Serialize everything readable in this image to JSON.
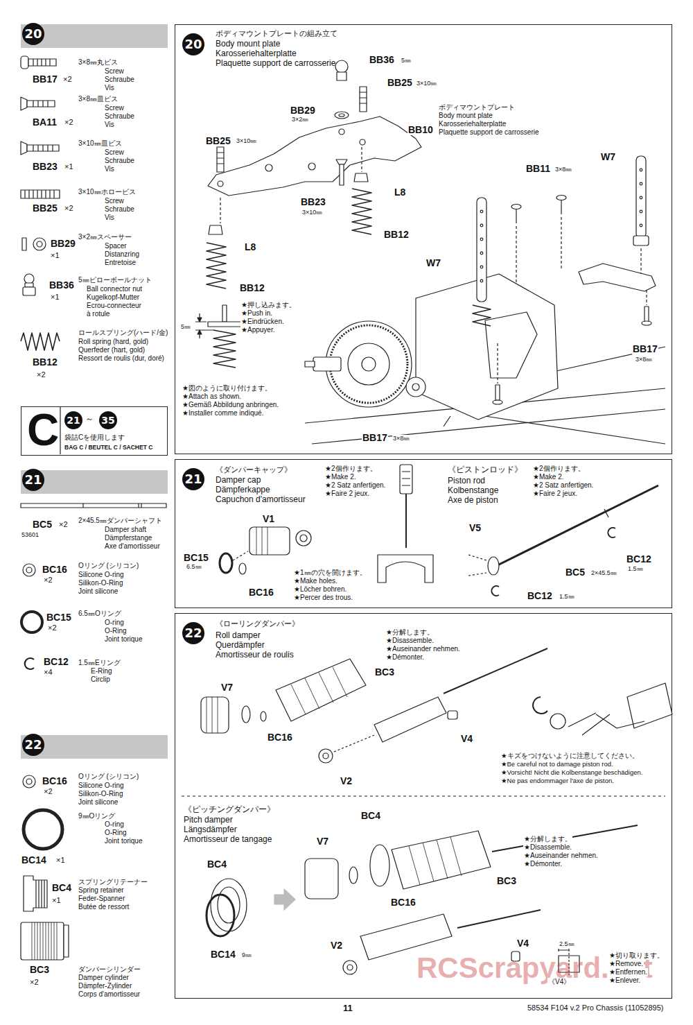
{
  "diagram": {
    "nodes": [
      {
        "text": [
          "20"
        ]
      },
      {
        "text": [
          "20",
          "ボディマウントプレートの組み立て",
          "Body mount plate",
          "Karosseriehalterplatte",
          "Plaquette support de carrosserie"
        ]
      },
      {
        "text": [
          "C",
          "21",
          "～",
          "35",
          "袋詰Cを使用します",
          "BAG C / BEUTEL C / SACHET C"
        ]
      },
      {
        "text": [
          "21"
        ]
      },
      {
        "text": [
          "21",
          "《ダンパーキャップ》",
          "Damper cap",
          "Dämpferkappe",
          "Capuchon d'amortisseur"
        ]
      },
      {
        "text": [
          "22"
        ]
      },
      {
        "text": [
          "22",
          "《ローリングダンパー》",
          "Roll damper",
          "Querdämpfer",
          "Amortisseur de roulis"
        ]
      }
    ],
    "labels": [
      "3×8㎜丸ビス",
      "Screw",
      "Schraube",
      "Vis",
      "BB17",
      "×2",
      "3×8㎜皿ビス",
      "Screw",
      "Schraube",
      "Vis",
      "BA11",
      "×2",
      "3×10㎜皿ビス",
      "Screw",
      "Schraube",
      "Vis",
      "BB23",
      "×1",
      "3×10㎜ホロービス",
      "Screw",
      "Schraube",
      "Vis",
      "BB25",
      "×2",
      "3×2㎜スペーサー",
      "Spacer",
      "Distanzring",
      "Entretoise",
      "BB29",
      "×1",
      "5㎜ピローボールナット",
      "Ball connector nut",
      "Kugelkopf-Mutter",
      "Ecrou-connecteur",
      "à rotule",
      "BB36",
      "×1",
      "ロールスプリング(ハード/金)",
      "Roll spring (hard, gold)",
      "Querfeder (hart, gold)",
      "Ressort de roulis (dur, doré)",
      "BB12",
      "×2",
      "BC5",
      "×2",
      "53601",
      "2×45.5㎜ダンパーシャフト",
      "Damper shaft",
      "Dämpferstange",
      "Axe d'amortisseur",
      "BC16",
      "×2",
      "Oリング (シリコン)",
      "Silicone O-ring",
      "Silikon-O-Ring",
      "Joint silicone",
      "BC15",
      "×2",
      "6.5㎜Oリング",
      "O-ring",
      "O-Ring",
      "Joint torique",
      "BC12",
      "×4",
      "1.5㎜Eリング",
      "E-Ring",
      "Circlip",
      "BC16",
      "×2",
      "Oリング (シリコン)",
      "Silicone O-ring",
      "Silikon-O-Ring",
      "Joint silicone",
      "BC14",
      "×1",
      "9㎜Oリング",
      "O-ring",
      "O-Ring",
      "Joint torique",
      "BC4",
      "×1",
      "スプリングリテーナー",
      "Spring retainer",
      "Feder-Spanner",
      "Butée de ressort",
      "BC3",
      "×2",
      "ダンパーシリンダー",
      "Damper cylinder",
      "Dämpfer-Zylinder",
      "Corps d'amortisseur",
      "BB36",
      "5㎜",
      "BB25",
      "3×10㎜",
      "BB29",
      "3×2㎜",
      "BB25",
      "3×10㎜",
      "BB10",
      "ボディマウントプレート",
      "Body mount plate",
      "Karosseriehalterplatte",
      "Plaquette support de carrosserie",
      "W7",
      "BB11",
      "3×8㎜",
      "L8",
      "BB23",
      "3×10㎜",
      "BB12",
      "L8",
      "W7",
      "BB12",
      "★押し込みます。",
      "★Push in.",
      "★Eindrücken.",
      "★Appuyer.",
      "5㎜",
      "★図のように取り付けます。",
      "★Attach as shown.",
      "★Gemäß Abbildung anbringen.",
      "★Installer comme indiqué.",
      "BB17",
      "3×8㎜",
      "BB17",
      "3×8㎜",
      "★2個作ります。",
      "★Make 2.",
      "★2 Satz anfertigen.",
      "★Faire 2 jeux.",
      "《ピストンロッド》",
      "Piston rod",
      "Kolbenstange",
      "Axe de piston",
      "★2個作ります。",
      "★Make 2.",
      "★2 Satz anfertigen.",
      "★Faire 2 jeux.",
      "V1",
      "BC15",
      "6.5㎜",
      "BC16",
      "★1㎜の穴を開けます。",
      "★Make holes.",
      "★Löcher bohren.",
      "★Percer des trous.",
      "V5",
      "BC12",
      "1.5㎜",
      "BC5",
      "2×45.5㎜",
      "BC12",
      "1.5㎜",
      "★分解します。",
      "★Disassemble.",
      "★Auseinander nehmen.",
      "★Démonter.",
      "BC3",
      "V7",
      "BC16",
      "V4",
      "V2",
      "★キズをつけないように注意してください。",
      "★Be careful not to damage piston rod.",
      "★Vorsicht! Nicht die Kolbenstange beschädigen.",
      "★Ne pas endommager l'axe de piston.",
      "《ピッチングダンパー》",
      "Pitch damper",
      "Längsdämpfer",
      "Amortisseur de tangage",
      "BC4",
      "★分解します。",
      "★Disassemble.",
      "★Auseinander nehmen.",
      "★Démonter.",
      "V7",
      "BC3",
      "BC4",
      "BC16",
      "BC14",
      "9㎜",
      "V2",
      "V4",
      "2.5㎜",
      "《V4》",
      "★切り取ります。",
      "★Remove.",
      "★Entfernen.",
      "★Enlever.",
      "11",
      "58534 F104 v.2 Pro Chassis (11052895)",
      "RCScrapyard.net"
    ]
  }
}
